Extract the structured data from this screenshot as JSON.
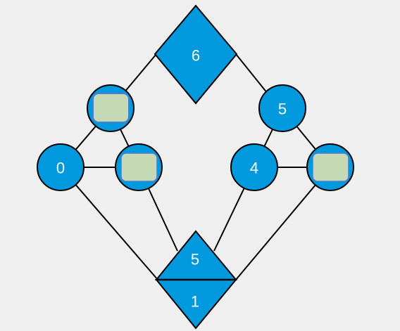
{
  "colors": {
    "background": "#efefef",
    "node_fill": "#0099dd",
    "node_stroke": "#000000",
    "placeholder_fill": "#c5d9b5",
    "placeholder_border": "#4a7fd0",
    "edge": "#000000"
  },
  "nodes": {
    "top_diamond": {
      "label": "6"
    },
    "left_circle_zero": {
      "label": "0"
    },
    "right_circle_five": {
      "label": "5"
    },
    "right_circle_four": {
      "label": "4"
    },
    "bottom_triangle_up": {
      "label": "5"
    },
    "bottom_triangle_down": {
      "label": "1"
    }
  }
}
